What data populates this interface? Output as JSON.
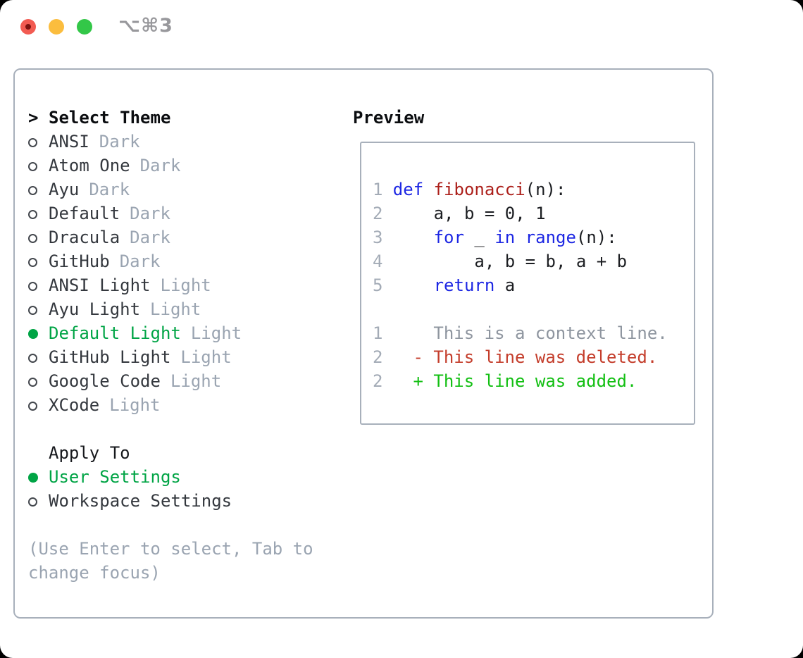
{
  "window": {
    "title_shortcut": "⌥⌘3",
    "traffic_lights": {
      "close": "close",
      "minimize": "minimize",
      "zoom": "zoom"
    }
  },
  "colors": {
    "accent_green": "#00a445",
    "keyword_blue": "#1d27e3",
    "function_red": "#ac1f1a",
    "deleted_red": "#c43d2b",
    "added_green": "#12bf12",
    "muted_gray": "#9aa4b1",
    "border_gray": "#a8b0bb"
  },
  "theme_picker": {
    "header": {
      "marker": ">",
      "label": "Select Theme"
    },
    "themes": [
      {
        "name": "ANSI",
        "variant": "Dark",
        "selected": false
      },
      {
        "name": "Atom One",
        "variant": "Dark",
        "selected": false
      },
      {
        "name": "Ayu",
        "variant": "Dark",
        "selected": false
      },
      {
        "name": "Default",
        "variant": "Dark",
        "selected": false
      },
      {
        "name": "Dracula",
        "variant": "Dark",
        "selected": false
      },
      {
        "name": "GitHub",
        "variant": "Dark",
        "selected": false
      },
      {
        "name": "ANSI Light",
        "variant": "Light",
        "selected": false
      },
      {
        "name": "Ayu Light",
        "variant": "Light",
        "selected": false
      },
      {
        "name": "Default Light",
        "variant": "Light",
        "selected": true
      },
      {
        "name": "GitHub Light",
        "variant": "Light",
        "selected": false
      },
      {
        "name": "Google Code",
        "variant": "Light",
        "selected": false
      },
      {
        "name": "XCode",
        "variant": "Light",
        "selected": false
      }
    ],
    "apply_to": {
      "label": "Apply To",
      "options": [
        {
          "name": "User Settings",
          "selected": true
        },
        {
          "name": "Workspace Settings",
          "selected": false
        }
      ]
    },
    "hint_line1": "(Use Enter to select, Tab to",
    "hint_line2": "change focus)"
  },
  "preview": {
    "label": "Preview",
    "code": [
      {
        "num": "1",
        "segments": [
          {
            "style": "keyword",
            "text": "def"
          },
          {
            "style": "plain",
            "text": " "
          },
          {
            "style": "function",
            "text": "fibonacci"
          },
          {
            "style": "plain",
            "text": "(n):"
          }
        ]
      },
      {
        "num": "2",
        "segments": [
          {
            "style": "plain",
            "text": "    a, b = 0, 1"
          }
        ]
      },
      {
        "num": "3",
        "segments": [
          {
            "style": "plain",
            "text": "    "
          },
          {
            "style": "keyword",
            "text": "for"
          },
          {
            "style": "plain",
            "text": " _ "
          },
          {
            "style": "keyword",
            "text": "in"
          },
          {
            "style": "plain",
            "text": " "
          },
          {
            "style": "keyword",
            "text": "range"
          },
          {
            "style": "plain",
            "text": "(n):"
          }
        ]
      },
      {
        "num": "4",
        "segments": [
          {
            "style": "plain",
            "text": "        a, b = b, a + b"
          }
        ]
      },
      {
        "num": "5",
        "segments": [
          {
            "style": "plain",
            "text": "    "
          },
          {
            "style": "keyword",
            "text": "return"
          },
          {
            "style": "plain",
            "text": " a"
          }
        ]
      }
    ],
    "diff": [
      {
        "num": "1",
        "sign": "",
        "text": "This is a context line.",
        "type": "context"
      },
      {
        "num": "2",
        "sign": "-",
        "text": "This line was deleted.",
        "type": "deleted"
      },
      {
        "num": "2",
        "sign": "+",
        "text": "This line was added.",
        "type": "added"
      }
    ]
  }
}
